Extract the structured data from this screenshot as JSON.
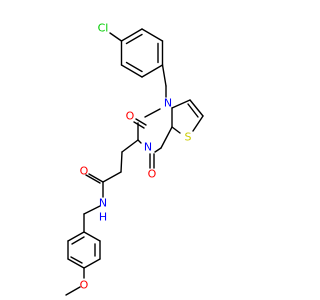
{
  "colors": {
    "bond": "#000000",
    "background": "#ffffff",
    "N": "#0000ff",
    "O": "#ff0000",
    "S": "#cccc00",
    "Cl": "#00cc00"
  },
  "atoms": {
    "cl": "Cl",
    "n1": "N",
    "n3": "N",
    "o_c2": "O",
    "o_c4": "O",
    "s": "S",
    "o_amide": "O",
    "nh": "N",
    "h": "H",
    "o_methoxy": "O"
  }
}
